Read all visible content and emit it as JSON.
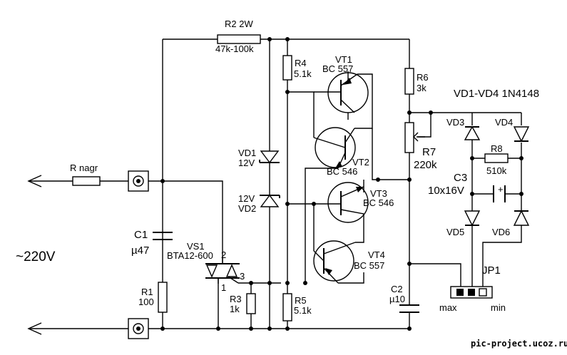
{
  "labels": {
    "r2": "R2 2W",
    "r2_val": "47k-100k",
    "r4": "R4",
    "r4_val": "5.1k",
    "vt1": "VT1",
    "vt1_type": "BC 557",
    "r6": "R6",
    "r6_val": "3k",
    "vd_header": "VD1-VD4 1N4148",
    "vd1": "VD1",
    "vd1_val": "12V",
    "vd2_val": "12V",
    "vd2": "VD2",
    "vt2": "VT2",
    "vt2_type": "BC 546",
    "r7": "R7",
    "r7_val": "220k",
    "vd3": "VD3",
    "vd4": "VD4",
    "r8": "R8",
    "r8_val": "510k",
    "c3": "C3",
    "c3_val": "10x16V",
    "c3_plus": "+",
    "r_nagr": "R nagr",
    "vt3": "VT3",
    "vt3_type": "BC 546",
    "c1": "C1",
    "c1_val": "µ47",
    "vs1": "VS1",
    "vs1_type": "BTA12-600",
    "pin2": "2",
    "pin3": "3",
    "pin1": "1",
    "mains": "~220V",
    "vt4": "VT4",
    "vt4_type": "BC 557",
    "vd5": "VD5",
    "vd6": "VD6",
    "jp1": "JP1",
    "r1": "R1",
    "r1_val": "100",
    "r3": "R3",
    "r3_val": "1k",
    "r5": "R5",
    "r5_val": "5.1k",
    "c2": "C2",
    "c2_val": "µ10",
    "jp_max": "max",
    "jp_min": "min",
    "site": "pic-project.ucoz.ru"
  }
}
